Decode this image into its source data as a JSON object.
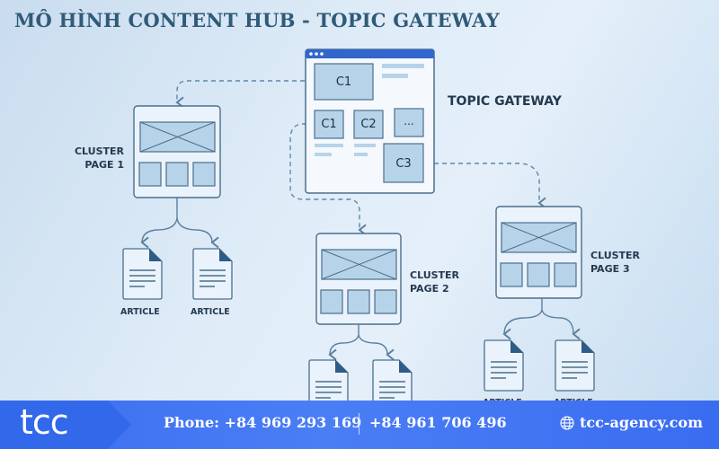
{
  "title": "MÔ HÌNH CONTENT HUB - TOPIC GATEWAY",
  "gateway": {
    "label": "TOPIC GATEWAY",
    "blocks": [
      "C1",
      "C1",
      "C2",
      "...",
      "C3"
    ]
  },
  "clusters": [
    {
      "label_line1": "CLUSTER",
      "label_line2": "PAGE 1"
    },
    {
      "label_line1": "CLUSTER",
      "label_line2": "PAGE 2"
    },
    {
      "label_line1": "CLUSTER",
      "label_line2": "PAGE 3"
    }
  ],
  "articles": [
    "ARTICLE",
    "ARTICLE",
    "ARTICLE",
    "ARTICLE"
  ],
  "footer": {
    "logo": "tcc",
    "phone1": "Phone: +84 969 293 169",
    "phone2": "+84 961 706 496",
    "website": "tcc-agency.com",
    "globe_icon": "globe-icon"
  },
  "colors": {
    "title": "#2f5b78",
    "box_fill": "#b7d3ea",
    "box_stroke": "#4a6f8c",
    "footer": "#4a7ef5",
    "gateway_bar": "#3366cc"
  }
}
